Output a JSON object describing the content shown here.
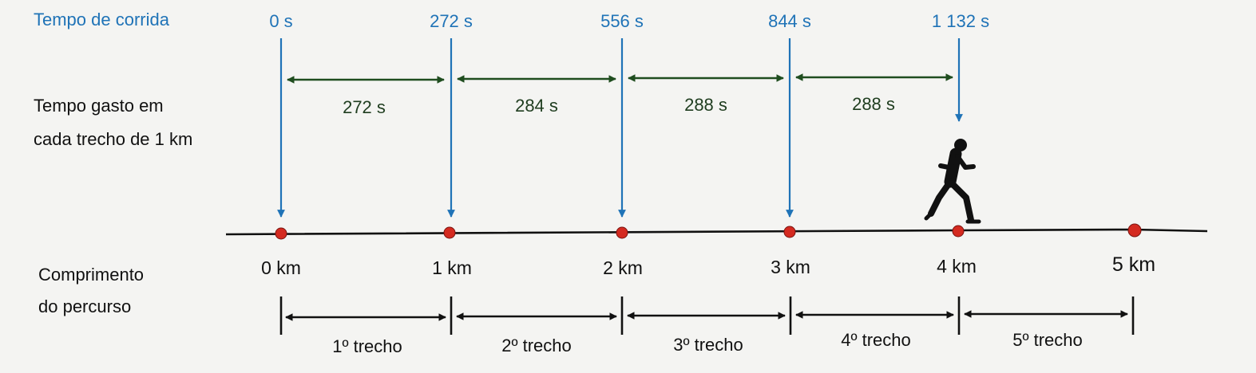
{
  "labels": {
    "run_time": "Tempo de corrida",
    "split_time_line1": "Tempo gasto em",
    "split_time_line2": "cada trecho de 1 km",
    "length_line1": "Comprimento",
    "length_line2": "do percurso"
  },
  "times": [
    "0 s",
    "272 s",
    "556 s",
    "844 s",
    "1 132 s"
  ],
  "splits": [
    "272 s",
    "284 s",
    "288 s",
    "288 s"
  ],
  "km_marks": [
    "0 km",
    "1 km",
    "2 km",
    "3 km",
    "4 km",
    "5 km"
  ],
  "segments": [
    "1º trecho",
    "2º trecho",
    "3º trecho",
    "4º trecho",
    "5º trecho"
  ],
  "icons": {
    "runner": "runner-icon"
  },
  "colors": {
    "blue": "#1f73b7",
    "green": "#1f4d1f",
    "dot": "#d42a20",
    "black": "#111111"
  }
}
